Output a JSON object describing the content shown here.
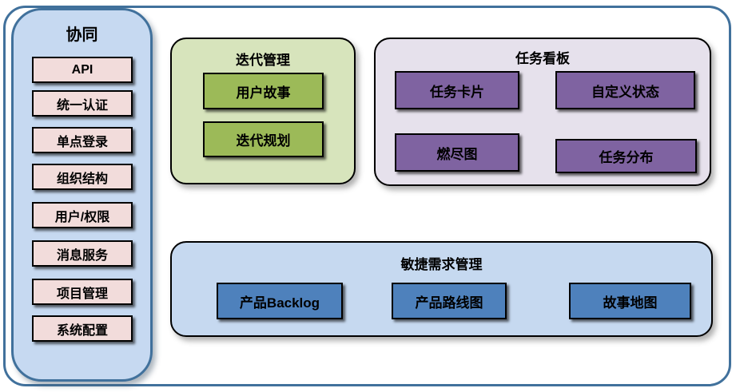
{
  "diagram": {
    "kind": "software-module-block-diagram",
    "palette": {
      "frame_border": "#41719c",
      "sidebar_bg": "#c6d9f1",
      "sidebar_item_bg": "#f2dcdb",
      "iteration_bg": "#d7e4bc",
      "iteration_item_bg": "#9cba58",
      "kanban_bg": "#e6e1ec",
      "kanban_item_bg": "#7f63a1",
      "agile_bg": "#c6d9f0",
      "agile_item_bg": "#4e81bc",
      "node_border": "#000000",
      "text": "#000000"
    }
  },
  "sidebar": {
    "title": "协同",
    "items": [
      {
        "label": "API"
      },
      {
        "label": "统一认证"
      },
      {
        "label": "单点登录"
      },
      {
        "label": "组织结构"
      },
      {
        "label": "用户/权限"
      },
      {
        "label": "消息服务"
      },
      {
        "label": "项目管理"
      },
      {
        "label": "系统配置"
      }
    ]
  },
  "sections": {
    "iteration": {
      "title": "迭代管理",
      "items": [
        {
          "label": "用户故事"
        },
        {
          "label": "迭代规划"
        }
      ]
    },
    "kanban": {
      "title": "任务看板",
      "items": [
        {
          "label": "任务卡片"
        },
        {
          "label": "自定义状态"
        },
        {
          "label": "燃尽图"
        },
        {
          "label": "任务分布"
        }
      ]
    },
    "agile": {
      "title": "敏捷需求管理",
      "items": [
        {
          "label": "产品Backlog"
        },
        {
          "label": "产品路线图"
        },
        {
          "label": "故事地图"
        }
      ]
    }
  }
}
